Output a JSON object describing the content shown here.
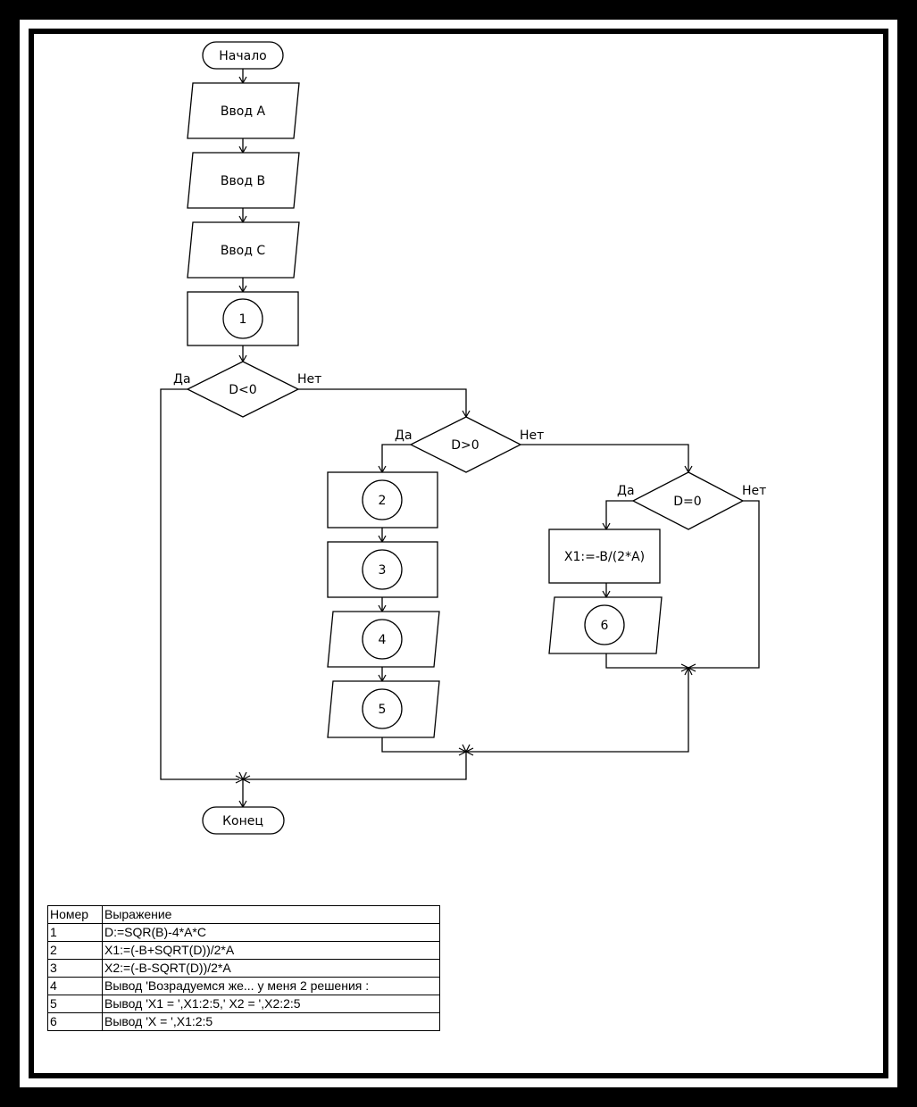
{
  "flowchart": {
    "start": "Начало",
    "input_a": "Ввод А",
    "input_b": "Ввод В",
    "input_c": "Ввод С",
    "step_1": "1",
    "decision_1": "D<0",
    "decision_1_yes": "Да",
    "decision_1_no": "Нет",
    "decision_2": "D>0",
    "decision_2_yes": "Да",
    "decision_2_no": "Нет",
    "step_2": "2",
    "step_3": "3",
    "step_4": "4",
    "step_5": "5",
    "decision_3": "D=0",
    "decision_3_yes": "Да",
    "decision_3_no": "Нет",
    "assign_x1": "X1:=-B/(2*A)",
    "step_6": "6",
    "end": "Конец"
  },
  "table": {
    "header": {
      "num": "Номер",
      "expr": "Выражение"
    },
    "rows": [
      {
        "num": "1",
        "expr": "D:=SQR(B)-4*A*C"
      },
      {
        "num": "2",
        "expr": "X1:=(-B+SQRT(D))/2*A"
      },
      {
        "num": "3",
        "expr": "X2:=(-B-SQRT(D))/2*A"
      },
      {
        "num": "4",
        "expr": "Вывод 'Возрадуемся же... у меня 2 решения :"
      },
      {
        "num": "5",
        "expr": "Вывод 'X1 = ',X1:2:5,' X2 = ',X2:2:5"
      },
      {
        "num": "6",
        "expr": "Вывод 'X = ',X1:2:5"
      }
    ]
  },
  "colors": {
    "background": "#000000",
    "paper": "#ffffff",
    "ink": "#000000"
  }
}
